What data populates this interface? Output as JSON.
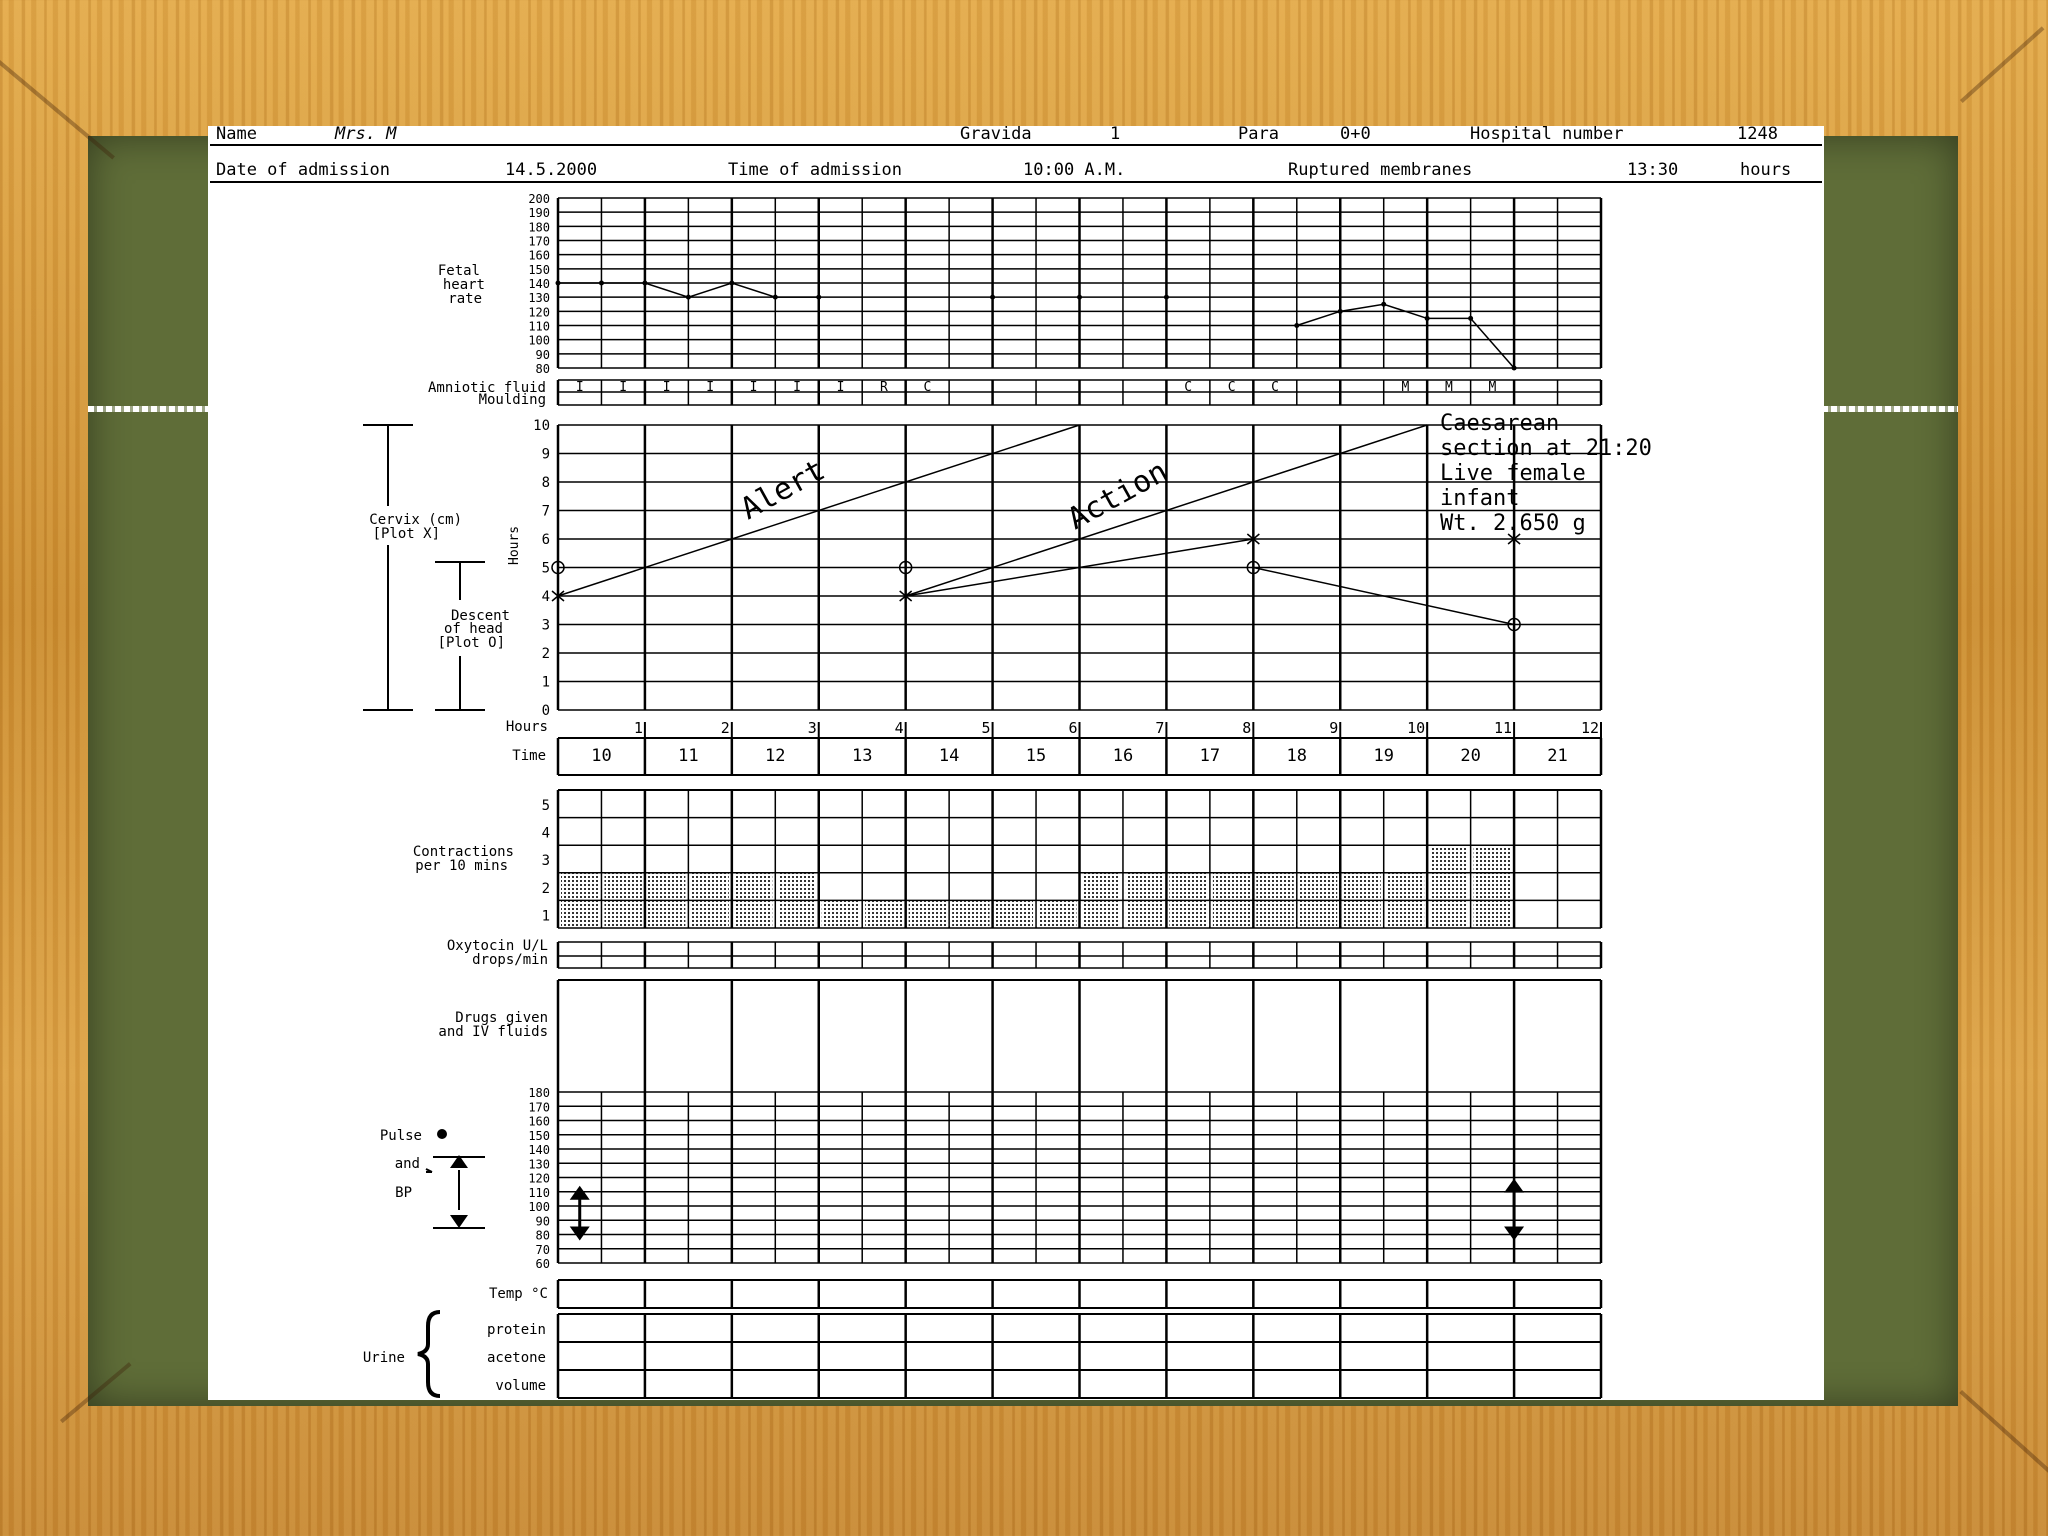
{
  "header": {
    "name_label": "Name",
    "name_value": "Mrs. M",
    "gravida_label": "Gravida",
    "gravida_value": "1",
    "para_label": "Para",
    "para_value": "0+0",
    "hospital_label": "Hospital number",
    "hospital_value": "1248",
    "admission_date_label": "Date of admission",
    "admission_date_value": "14.5.2000",
    "admission_time_label": "Time of admission",
    "admission_time_value": "10:00 A.M.",
    "ruptured_label": "Ruptured membranes",
    "ruptured_value": "13:30",
    "ruptured_unit": "hours"
  },
  "labels": {
    "fhr": [
      "Fetal",
      "heart",
      "rate"
    ],
    "amniotic": "Amniotic fluid",
    "moulding": "Moulding",
    "cervix": [
      "Cervix (cm)",
      "[Plot X]"
    ],
    "descent": [
      "Descent",
      "of head",
      "[Plot O]"
    ],
    "hours_vertical": "Hours",
    "alert": "Alert",
    "action": "Action",
    "hours_row": "Hours",
    "time_row": "Time",
    "contractions": [
      "Contractions",
      "per 10 mins"
    ],
    "oxytocin": [
      "Oxytocin U/L",
      "drops/min"
    ],
    "drugs": [
      "Drugs given",
      "and IV fluids"
    ],
    "pulse": "Pulse",
    "and": "and",
    "bp": "BP",
    "temp": "Temp °C",
    "urine": "Urine",
    "protein": "protein",
    "acetone": "acetone",
    "volume": "volume"
  },
  "note": [
    "Caesarean",
    "section at 21:20",
    "Live female",
    "infant",
    "Wt. 2.650 g"
  ],
  "chart_data": {
    "type": "partograph",
    "fetal_heart_rate": {
      "ylim": [
        80,
        200
      ],
      "ticks": [
        80,
        90,
        100,
        110,
        120,
        130,
        140,
        150,
        160,
        170,
        180,
        190,
        200
      ],
      "points": [
        {
          "h": 0,
          "v": 140
        },
        {
          "h": 0.5,
          "v": 140
        },
        {
          "h": 1,
          "v": 140
        },
        {
          "h": 1.5,
          "v": 130
        },
        {
          "h": 2,
          "v": 140
        },
        {
          "h": 2.5,
          "v": 130
        },
        {
          "h": 3,
          "v": 130
        },
        {
          "h": 5,
          "v": 130
        },
        {
          "h": 6,
          "v": 130
        },
        {
          "h": 7,
          "v": 130
        },
        {
          "h": 8.5,
          "v": 110
        },
        {
          "h": 9,
          "v": 120
        },
        {
          "h": 9.5,
          "v": 125
        },
        {
          "h": 10,
          "v": 115
        },
        {
          "h": 10.5,
          "v": 115
        },
        {
          "h": 11,
          "v": 80
        }
      ]
    },
    "amniotic_fluid": [
      "I",
      "I",
      "I",
      "I",
      "I",
      "I",
      "I",
      "R",
      "C",
      "",
      "",
      "",
      "",
      "",
      "C",
      "C",
      "C",
      "",
      "",
      "M",
      "M",
      "M",
      "",
      ""
    ],
    "cervix_ticks": [
      0,
      1,
      2,
      3,
      4,
      5,
      6,
      7,
      8,
      9,
      10
    ],
    "alert_line": {
      "from": {
        "h": 0,
        "cm": 4
      },
      "to": {
        "h": 6,
        "cm": 10
      }
    },
    "action_line": {
      "from": {
        "h": 4,
        "cm": 4
      },
      "to": {
        "h": 10,
        "cm": 10
      }
    },
    "cervix_points": [
      {
        "h": 0,
        "cm": 4
      },
      {
        "h": 4,
        "cm": 4
      },
      {
        "h": 8,
        "cm": 6
      },
      {
        "h": 11,
        "cm": 6
      }
    ],
    "descent_points": [
      {
        "h": 0,
        "v": 5
      },
      {
        "h": 4,
        "v": 5
      },
      {
        "h": 8,
        "v": 5
      },
      {
        "h": 11,
        "v": 3
      }
    ],
    "hours": [
      "1",
      "2",
      "3",
      "4",
      "5",
      "6",
      "7",
      "8",
      "9",
      "10",
      "11",
      "12"
    ],
    "times": [
      "10",
      "11",
      "12",
      "13",
      "14",
      "15",
      "16",
      "17",
      "18",
      "19",
      "20",
      "21"
    ],
    "contractions": {
      "ticks": [
        1,
        2,
        3,
        4,
        5
      ],
      "per_half_hour": [
        2,
        2,
        2,
        2,
        2,
        2,
        1,
        1,
        1,
        1,
        1,
        1,
        2,
        2,
        2,
        2,
        2,
        2,
        2,
        2,
        3,
        3,
        0,
        0
      ]
    },
    "pulse_bp": {
      "ticks": [
        60,
        70,
        80,
        90,
        100,
        110,
        120,
        130,
        140,
        150,
        160,
        170,
        180
      ],
      "bp": [
        {
          "h": 0.5,
          "systolic": 110,
          "diastolic": 80
        },
        {
          "h": 11,
          "systolic": 115,
          "diastolic": 80
        }
      ]
    }
  }
}
